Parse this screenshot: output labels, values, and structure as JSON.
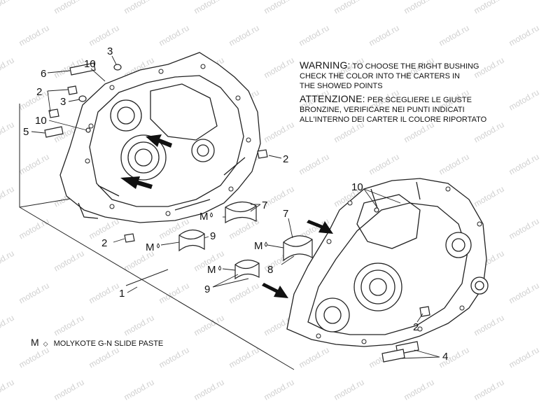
{
  "watermark": "motod.ru",
  "warning": {
    "en_head": "WARNING:",
    "en_line1": "TO CHOOSE THE RIGHT BUSHING",
    "en_line2": "CHECK THE COLOR INTO THE CARTERS IN",
    "en_line3": "THE SHOWED POINTS",
    "it_head": "ATTENZIONE:",
    "it_line1": "PER SCEGLIERE LE GIUSTE",
    "it_line2": "BRONZINE, VERIFICARE NEI PUNTI INDICATI",
    "it_line3": "ALL'INTERNO DEI CARTER IL COLORE RIPORTATO"
  },
  "legend": {
    "symbol": "M",
    "text": "MOLYKOTE G-N SLIDE PASTE"
  },
  "callouts": {
    "c1": "1",
    "c2a": "2",
    "c2b": "2",
    "c2c": "2",
    "c2d": "2",
    "c3a": "3",
    "c3b": "3",
    "c4": "4",
    "c5": "5",
    "c6": "6",
    "c7a": "7",
    "c7b": "7",
    "c8": "8",
    "c9a": "9",
    "c9b": "9",
    "c10a": "10",
    "c10b": "10",
    "c10c": "10",
    "m1": "M",
    "m2": "M",
    "m3": "M",
    "m4": "M"
  }
}
